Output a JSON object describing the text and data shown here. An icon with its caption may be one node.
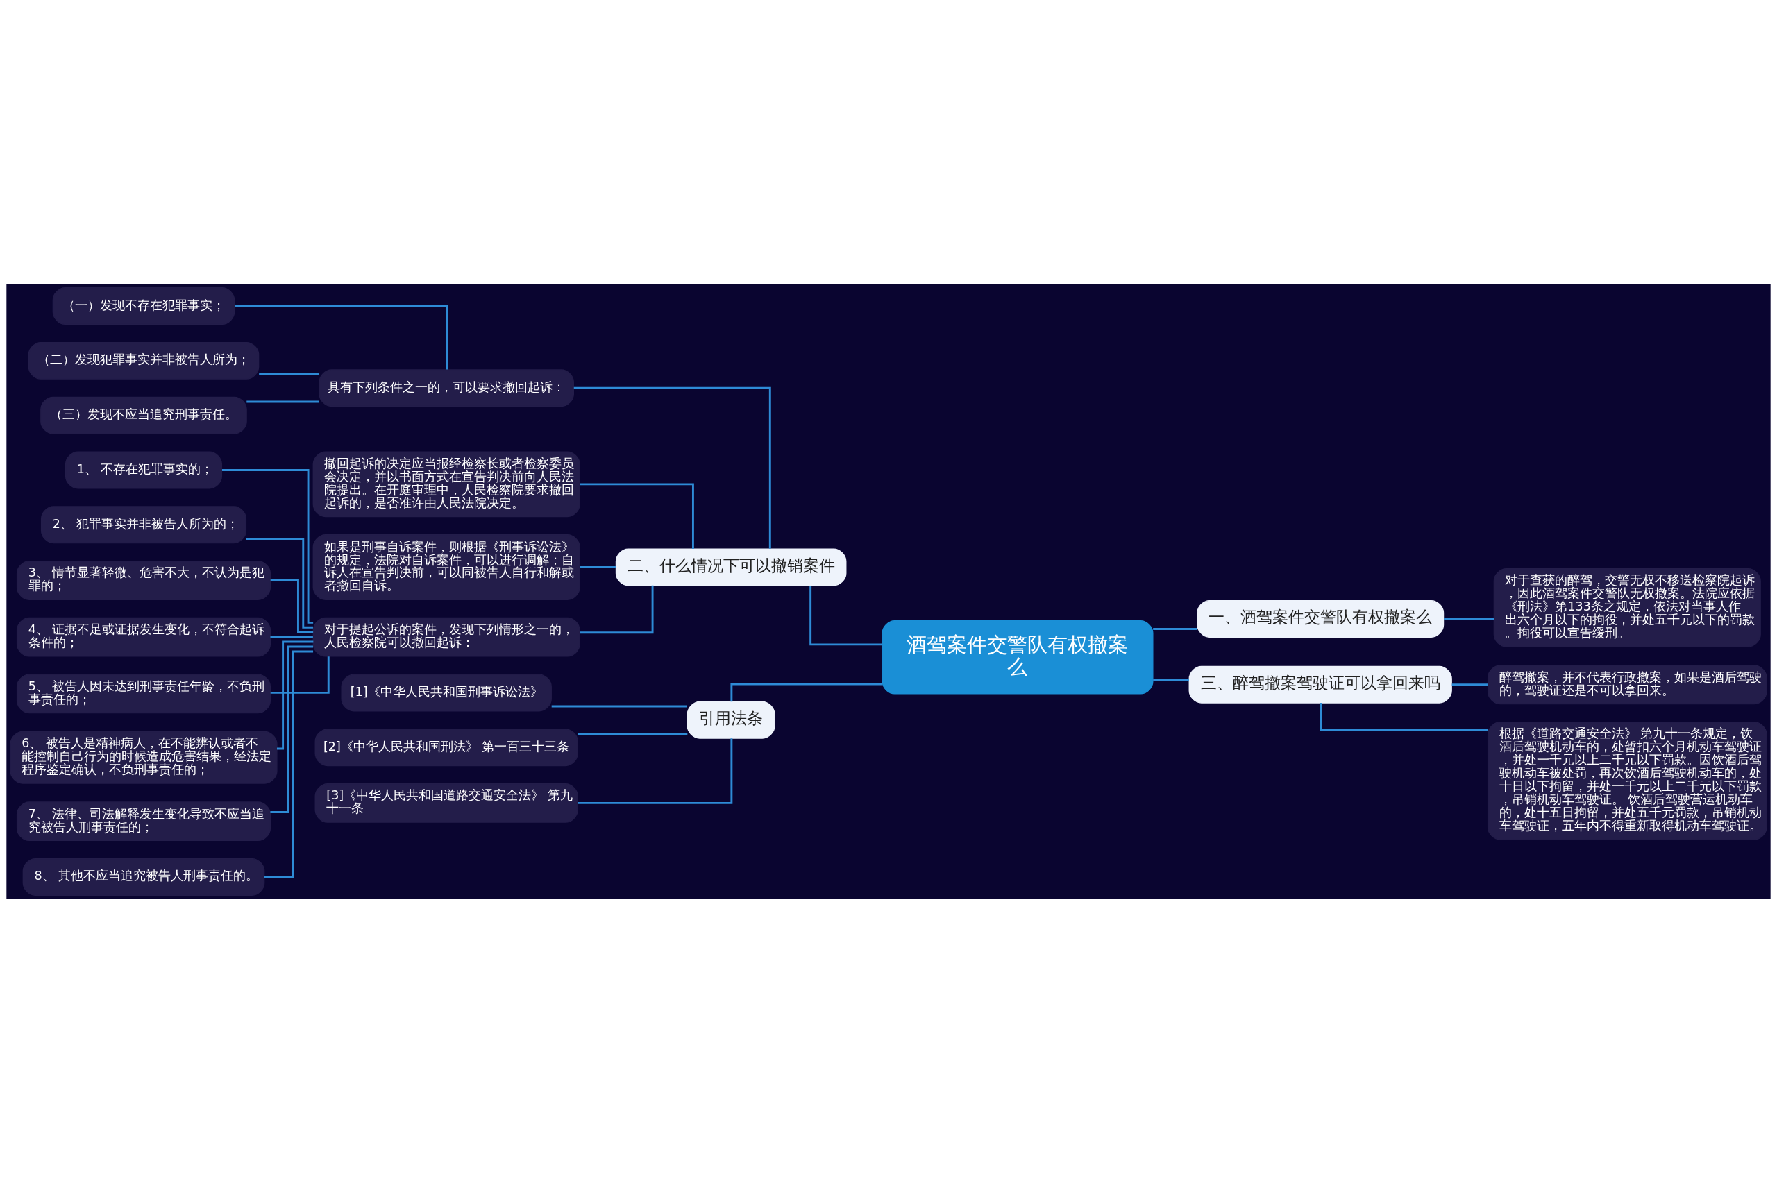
{
  "diagram": {
    "nodes": [
      {
        "text": [
          "酒驾案件交警队有权撤案么"
        ]
      },
      {
        "text": [
          "二、什么情况下可以撤销案件"
        ]
      },
      {
        "text": [
          "具有下列条件之一的，可以要求撤回起诉："
        ]
      },
      {
        "text": [
          "（一）发现不存在犯罪事实；"
        ]
      },
      {
        "text": [
          "（二）发现犯罪事实并非被告人所为；"
        ]
      },
      {
        "text": [
          "（三）发现不应当追究刑事责任。"
        ]
      },
      {
        "text": [
          "撤回起诉的决定应当报经检察长或者检察委员会决定，并以书面方式在宣告判决前向人民法院提出。在开庭审理中，人民检察院要求撤回起诉的，是否准许由人民法院决定。"
        ]
      },
      {
        "text": [
          "如果是刑事自诉案件，则根据《刑事诉讼法》的规定，法院对自诉案件，可以进行调解；自诉人在宣告判决前，可以同被告人自行和解或者撤回自诉。"
        ]
      },
      {
        "text": [
          "对于提起公诉的案件，发现下列情形之一的，人民检察院可以撤回起诉："
        ]
      },
      {
        "text": [
          "1、 不存在犯罪事实的；"
        ]
      },
      {
        "text": [
          "2、 犯罪事实并非被告人所为的；"
        ]
      },
      {
        "text": [
          "3、 情节显著轻微、危害不大，不认为是犯罪的；"
        ]
      },
      {
        "text": [
          "4、 证据不足或证据发生变化，不符合起诉条件的；"
        ]
      },
      {
        "text": [
          "5、 被告人因未达到刑事责任年龄，不负刑事责任的；"
        ]
      },
      {
        "text": [
          "6、 被告人是精神病人，在不能辨认或者不能控制自己行为的时候造成危害结果，经法定程序鉴定确认，不负刑事责任的；"
        ]
      },
      {
        "text": [
          "7、 法律、司法解释发生变化导致不应当追究被告人刑事责任的；"
        ]
      },
      {
        "text": [
          "8、 其他不应当追究被告人刑事责任的。"
        ]
      },
      {
        "text": [
          "引用法条"
        ]
      },
      {
        "text": [
          "[1]《中华人民共和国刑事诉讼法》"
        ]
      },
      {
        "text": [
          "[2]《中华人民共和国刑法》 第一百三十三条"
        ]
      },
      {
        "text": [
          "[3]《中华人民共和国道路交通安全法》 第九十一条"
        ]
      },
      {
        "text": [
          "一、酒驾案件交警队有权撤案么"
        ]
      },
      {
        "text": [
          "对于查获的醉驾，交警无权不移送检察院起诉，因此酒驾案件交警队无权撤案。法院应依据《刑法》第133条之规定，依法对当事人作出六个月以下的拘役，并处五千元以下的罚款。拘役可以宣告缓刑。"
        ]
      },
      {
        "text": [
          "三、醉驾撤案驾驶证可以拿回来吗"
        ]
      },
      {
        "text": [
          "醉驾撤案，并不代表行政撤案，如果是酒后驾驶的，驾驶证还是不可以拿回来。"
        ]
      },
      {
        "text": [
          "根据《道路交通安全法》 第九十一条规定，饮酒后驾驶机动车的，处暂扣六个月机动车驾驶证，并处一千元以上二千元以下罚款。因饮酒后驾驶机动车被处罚，再次饮酒后驾驶机动车的，处十日以下拘留，并处一千元以上二千元以下罚款，吊销机动车驾驶证。 饮酒后驾驶营运机动车的，处十五日拘留，并处五千元罚款，吊销机动车驾驶证，五年内不得重新取得机动车驾驶证。"
        ]
      }
    ],
    "edges": [
      {
        "from": 0,
        "to": 1,
        "arrow": "none"
      },
      {
        "from": 1,
        "to": 2,
        "arrow": "none"
      },
      {
        "from": 2,
        "to": 3,
        "arrow": "none"
      },
      {
        "from": 2,
        "to": 4,
        "arrow": "none"
      },
      {
        "from": 2,
        "to": 5,
        "arrow": "none"
      },
      {
        "from": 1,
        "to": 6,
        "arrow": "none"
      },
      {
        "from": 1,
        "to": 7,
        "arrow": "none"
      },
      {
        "from": 1,
        "to": 8,
        "arrow": "none"
      },
      {
        "from": 8,
        "to": 9,
        "arrow": "none"
      },
      {
        "from": 8,
        "to": 10,
        "arrow": "none"
      },
      {
        "from": 8,
        "to": 11,
        "arrow": "none"
      },
      {
        "from": 8,
        "to": 12,
        "arrow": "none"
      },
      {
        "from": 8,
        "to": 13,
        "arrow": "none"
      },
      {
        "from": 8,
        "to": 14,
        "arrow": "none"
      },
      {
        "from": 8,
        "to": 15,
        "arrow": "none"
      },
      {
        "from": 8,
        "to": 16,
        "arrow": "none"
      },
      {
        "from": 0,
        "to": 17,
        "arrow": "none"
      },
      {
        "from": 17,
        "to": 18,
        "arrow": "none"
      },
      {
        "from": 17,
        "to": 19,
        "arrow": "none"
      },
      {
        "from": 17,
        "to": 20,
        "arrow": "none"
      },
      {
        "from": 0,
        "to": 21,
        "arrow": "none"
      },
      {
        "from": 21,
        "to": 22,
        "arrow": "none"
      },
      {
        "from": 0,
        "to": 23,
        "arrow": "none"
      },
      {
        "from": 23,
        "to": 24,
        "arrow": "none"
      },
      {
        "from": 23,
        "to": 25,
        "arrow": "none"
      }
    ]
  }
}
